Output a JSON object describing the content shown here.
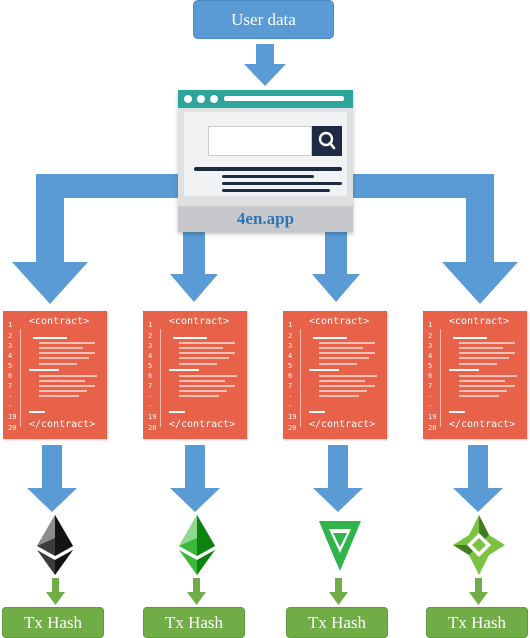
{
  "source": {
    "label": "User data"
  },
  "app": {
    "domain": "4en.app"
  },
  "contracts": [
    {
      "open_tag": "<contract>",
      "close_tag": "</contract>",
      "line_numbers": [
        "1",
        "2",
        "3",
        "4",
        "5",
        "6",
        "7",
        ".",
        ".",
        "19",
        "20"
      ]
    },
    {
      "open_tag": "<contract>",
      "close_tag": "</contract>",
      "line_numbers": [
        "1",
        "2",
        "3",
        "4",
        "5",
        "6",
        "7",
        ".",
        ".",
        "19",
        "20"
      ]
    },
    {
      "open_tag": "<contract>",
      "close_tag": "</contract>",
      "line_numbers": [
        "1",
        "2",
        "3",
        "4",
        "5",
        "6",
        "7",
        ".",
        ".",
        "19",
        "20"
      ]
    },
    {
      "open_tag": "<contract>",
      "close_tag": "</contract>",
      "line_numbers": [
        "1",
        "2",
        "3",
        "4",
        "5",
        "6",
        "7",
        ".",
        ".",
        "19",
        "20"
      ]
    }
  ],
  "chains": [
    {
      "icon": "ethereum-icon",
      "color": "#4a4a4a"
    },
    {
      "icon": "ethereum-classic-icon",
      "color": "#3ab83a"
    },
    {
      "icon": "tron-like-triangle-icon",
      "color": "#2fb54a"
    },
    {
      "icon": "waves-like-star-icon",
      "color": "#7cc242"
    }
  ],
  "outputs": [
    {
      "label": "Tx Hash"
    },
    {
      "label": "Tx Hash"
    },
    {
      "label": "Tx Hash"
    },
    {
      "label": "Tx Hash"
    }
  ],
  "colors": {
    "flow_arrow": "#5b9bd5",
    "hash_arrow": "#70ad47",
    "contract": "#e8624a",
    "browser_bar": "#2ca59a"
  }
}
